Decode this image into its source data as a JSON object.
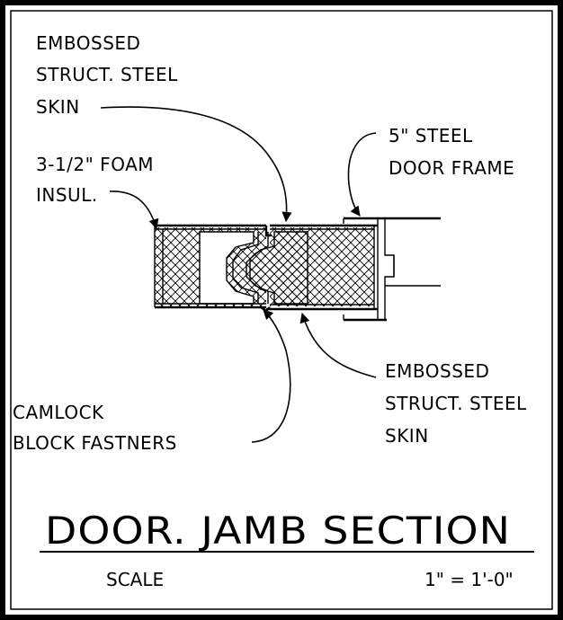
{
  "drawing": {
    "labels": {
      "embossed_skin_top": [
        "EMBOSSED",
        "STRUCT. STEEL",
        "SKIN"
      ],
      "foam_insulation": [
        "3-1/2\" FOAM",
        "INSUL."
      ],
      "door_frame": [
        "5\" STEEL",
        "DOOR FRAME"
      ],
      "embossed_skin_bottom": [
        "EMBOSSED",
        "STRUCT. STEEL",
        "SKIN"
      ],
      "camlock": [
        "CAMLOCK",
        "BLOCK FASTNERS"
      ]
    },
    "title": "DOOR. JAMB SECTION",
    "scale_label": "SCALE",
    "scale_value": "1\" = 1'-0\""
  }
}
